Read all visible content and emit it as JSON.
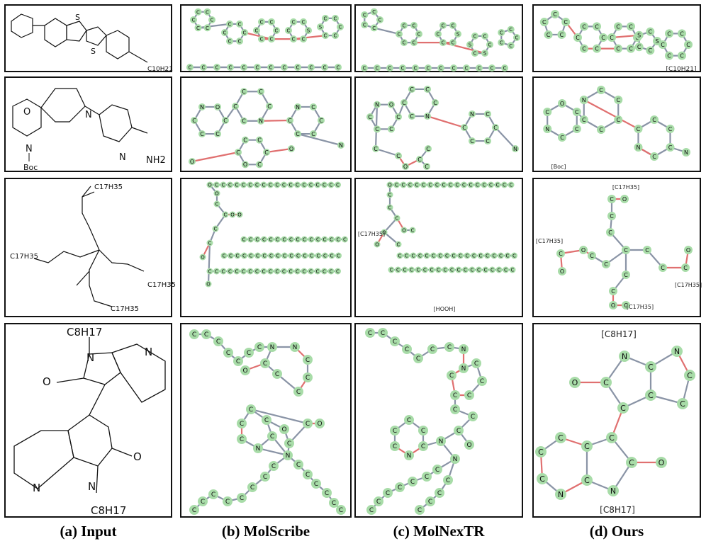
{
  "captions": [
    "(a) Input",
    "(b) MolScribe",
    "(c) MolNexTR",
    "(d) Ours"
  ],
  "input_labels": {
    "row1": [
      "S",
      "S",
      "C10H21"
    ],
    "row2": [
      "O",
      "N",
      "N",
      "N",
      "NH2",
      "Boc"
    ],
    "row3": [
      "C17H35",
      "C17H35",
      "C17H35",
      "C17H35"
    ],
    "row4": [
      "C8H17",
      "O",
      "N",
      "N",
      "O",
      "N",
      "N",
      "C8H17"
    ]
  },
  "ours_tags": {
    "row1": "[C10H21]",
    "row2": "[Boc]",
    "row3": [
      "[C17H35]",
      "[C17H35]",
      "[C17H35]",
      "[C17H35]"
    ],
    "row4": [
      "[C8H17]",
      "[C8H17]"
    ]
  },
  "mnx_tags": {
    "row3": "[C17H35]",
    "row3b": "[HOOH]"
  },
  "colors": {
    "node": "#a8dca8",
    "bond": "#8a94a6",
    "bond_hetero": "#e07070",
    "line": "#111111"
  }
}
